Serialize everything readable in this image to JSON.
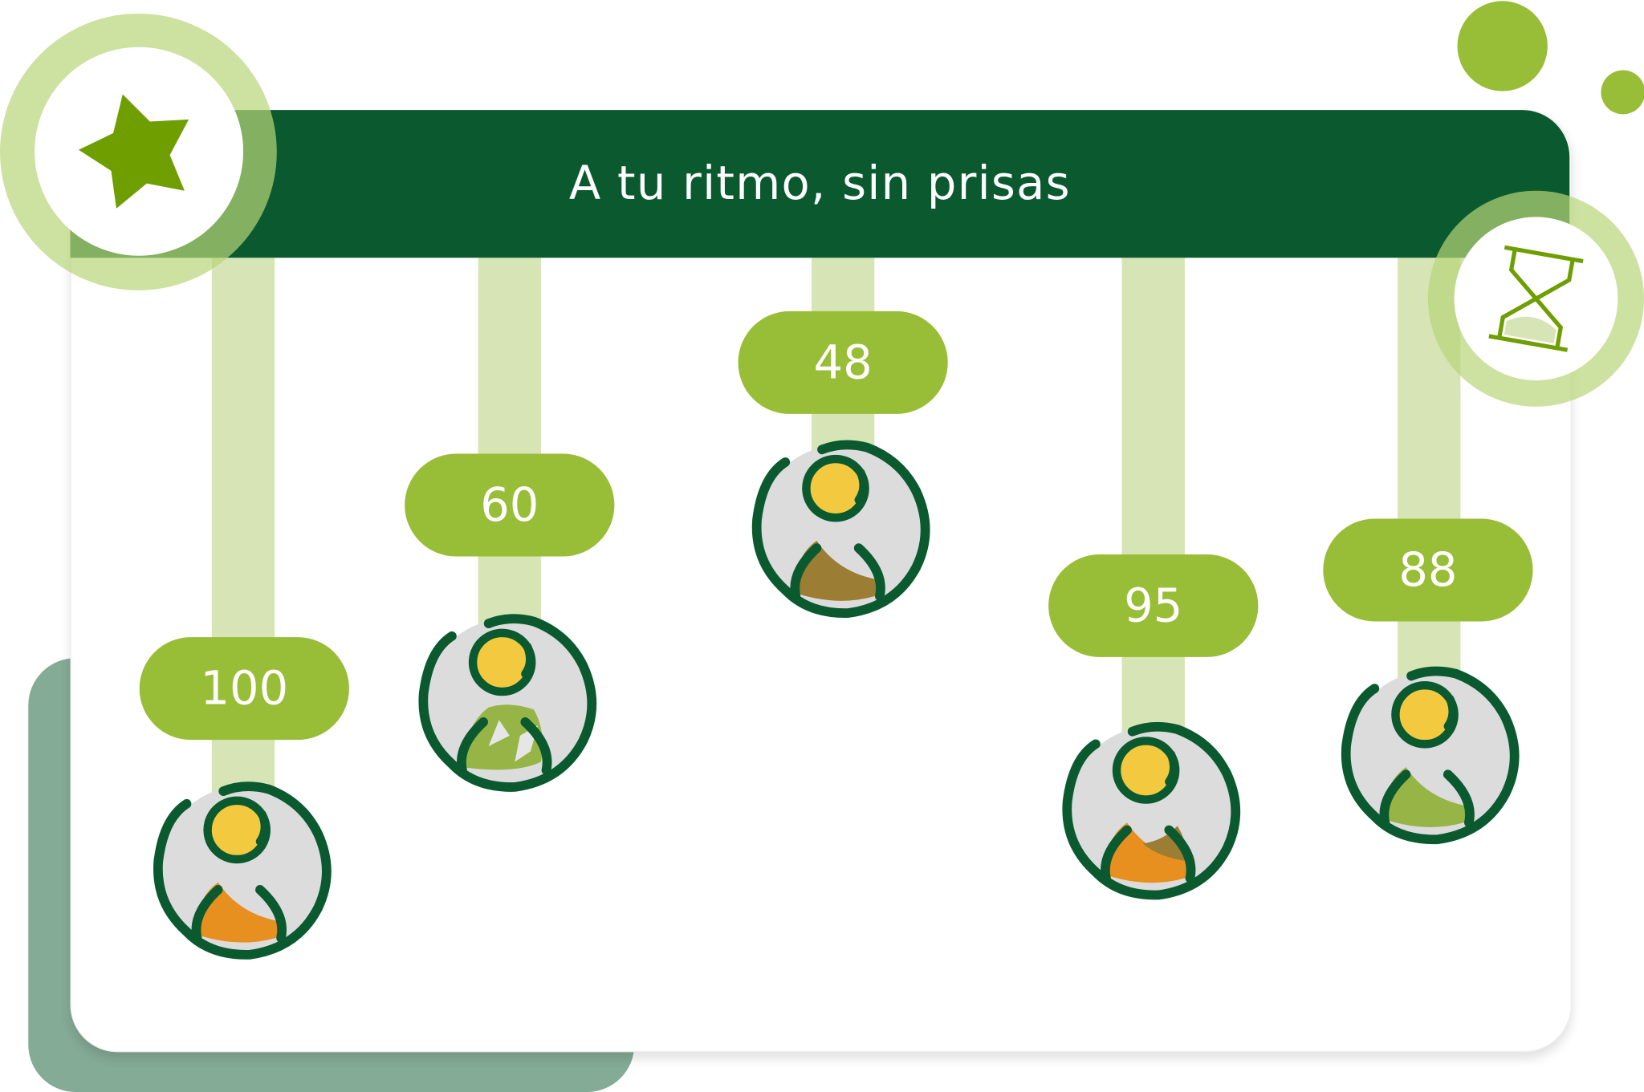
{
  "header": {
    "title": "A tu ritmo, sin prisas"
  },
  "icons": {
    "left": "star-icon",
    "right": "hourglass-icon"
  },
  "steps": [
    {
      "value": "100",
      "accent": "#e8901f",
      "accent2": null
    },
    {
      "value": "60",
      "accent": "#97b547",
      "accent2": "leaf"
    },
    {
      "value": "48",
      "accent": "#9b7d33",
      "accent2": null
    },
    {
      "value": "95",
      "accent": "#e8901f",
      "accent2": "#9b7d33"
    },
    {
      "value": "88",
      "accent": "#97b547",
      "accent2": null
    }
  ],
  "colors": {
    "dark_green": "#0b5a2f",
    "lime": "#98bd36",
    "pale": "#d7e4b5",
    "yellow": "#f3c93f"
  }
}
